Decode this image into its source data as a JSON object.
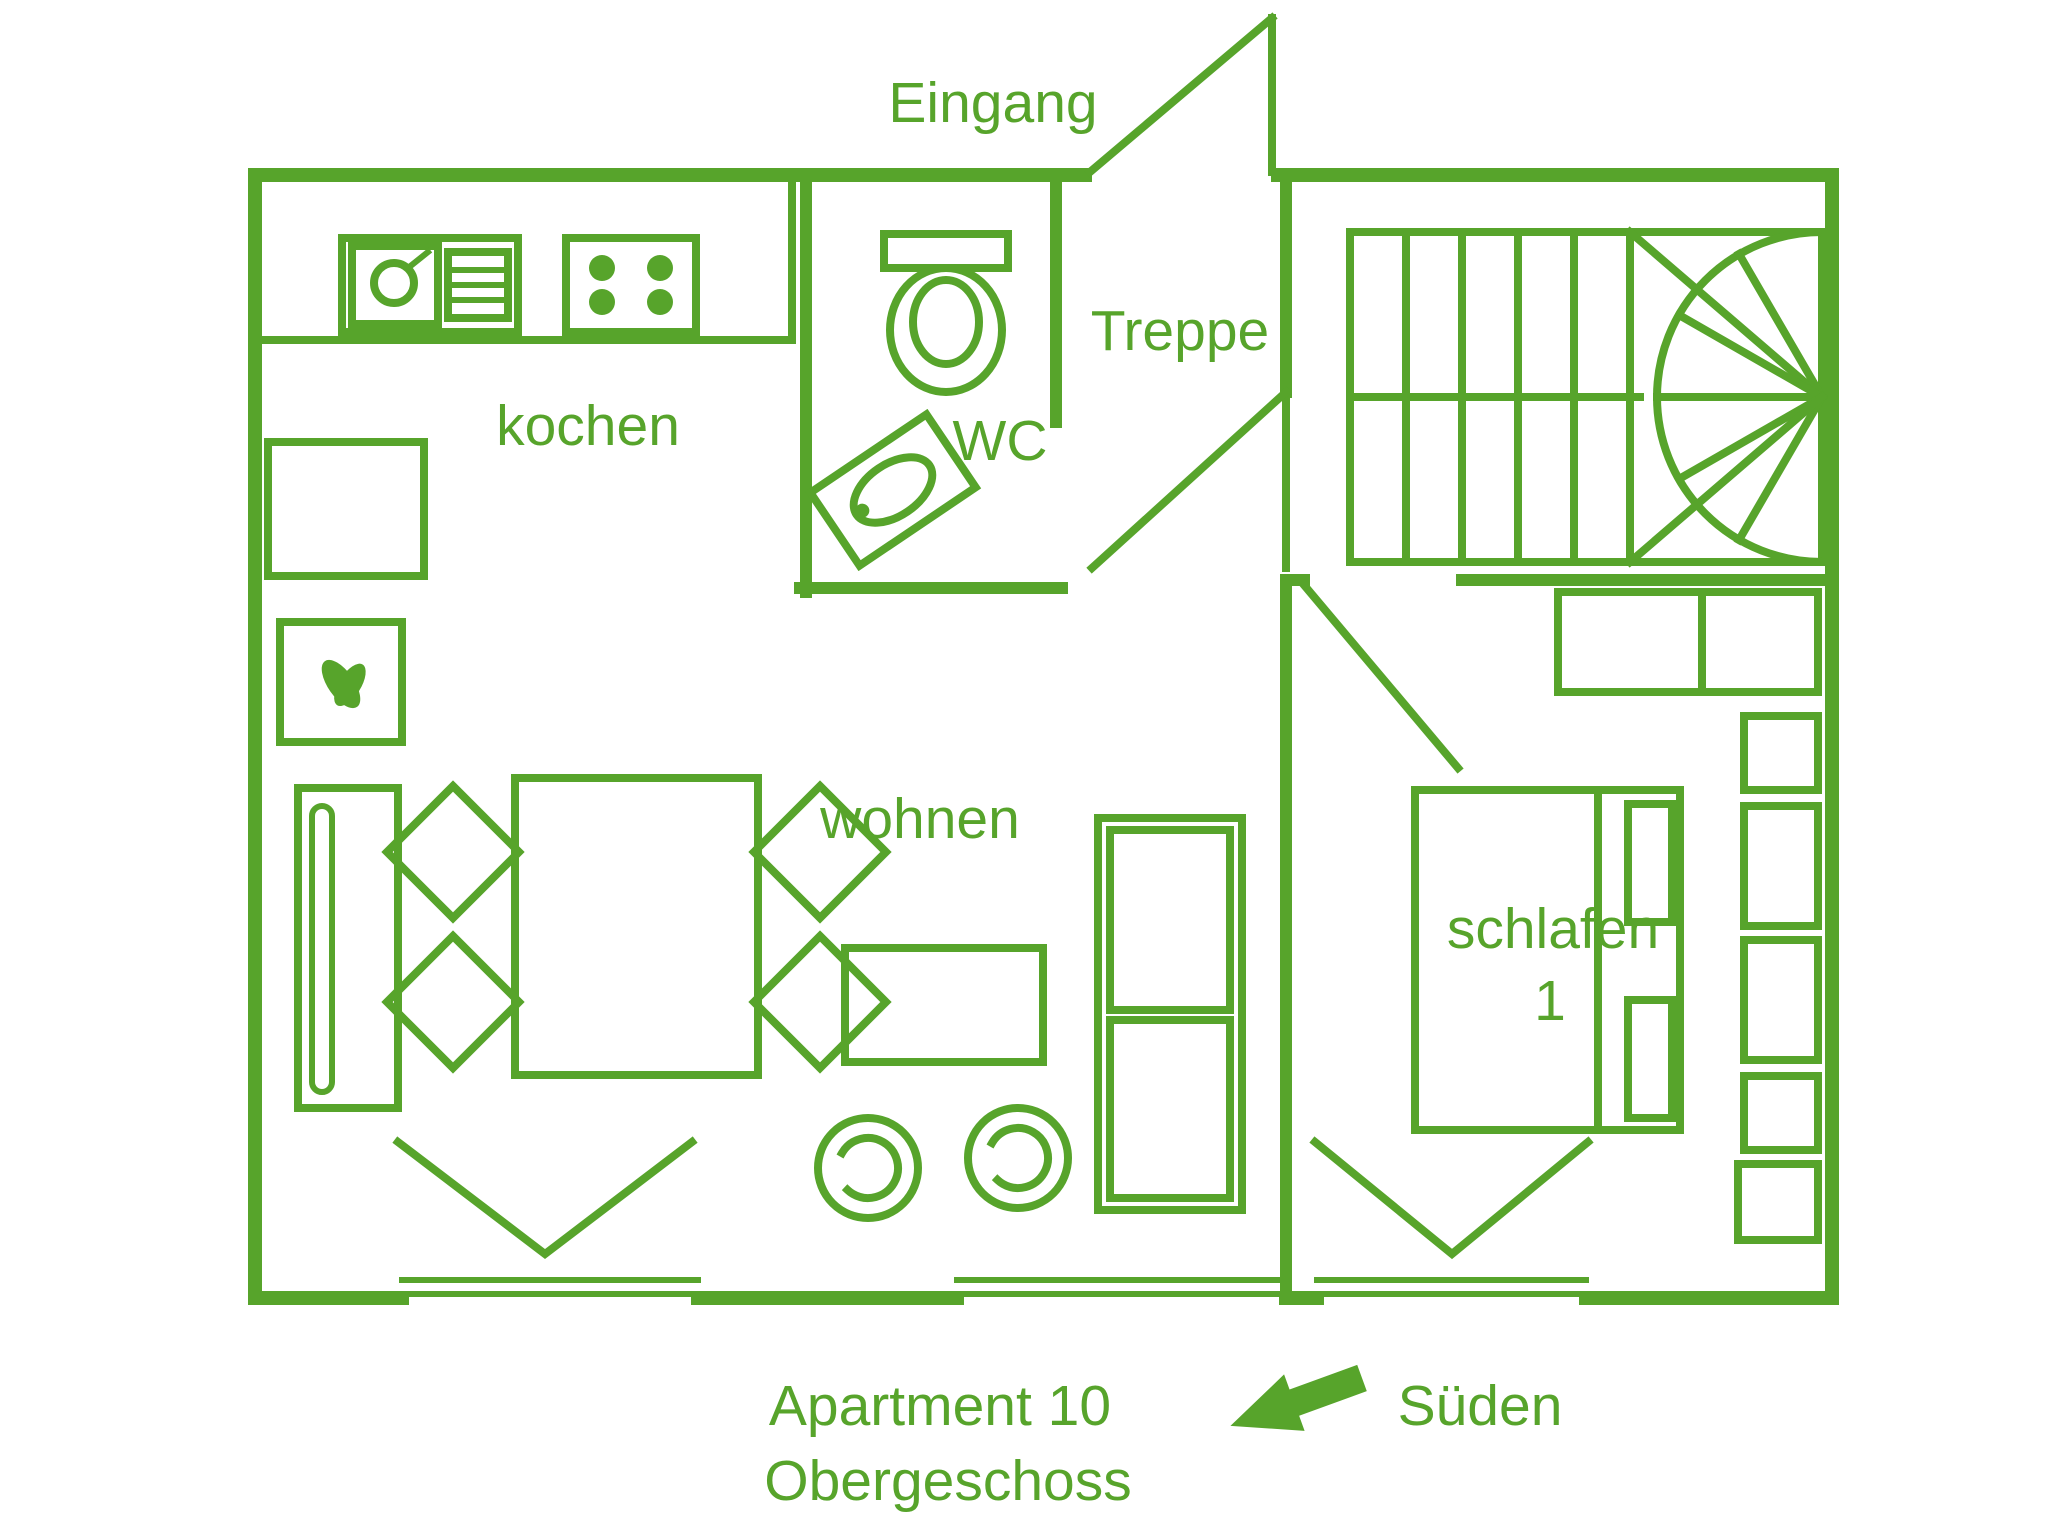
{
  "colors": {
    "line_green": "#57a42b",
    "background": "#ffffff"
  },
  "labels": {
    "entrance": "Eingang",
    "stairs": "Treppe",
    "wc": "WC",
    "kitchen": "kochen",
    "living": "wohnen",
    "bedroom": "schlafen",
    "bedroom_number": "1",
    "south": "Süden"
  },
  "caption": {
    "line1": "Apartment 10",
    "line2": "Obergeschoss"
  }
}
